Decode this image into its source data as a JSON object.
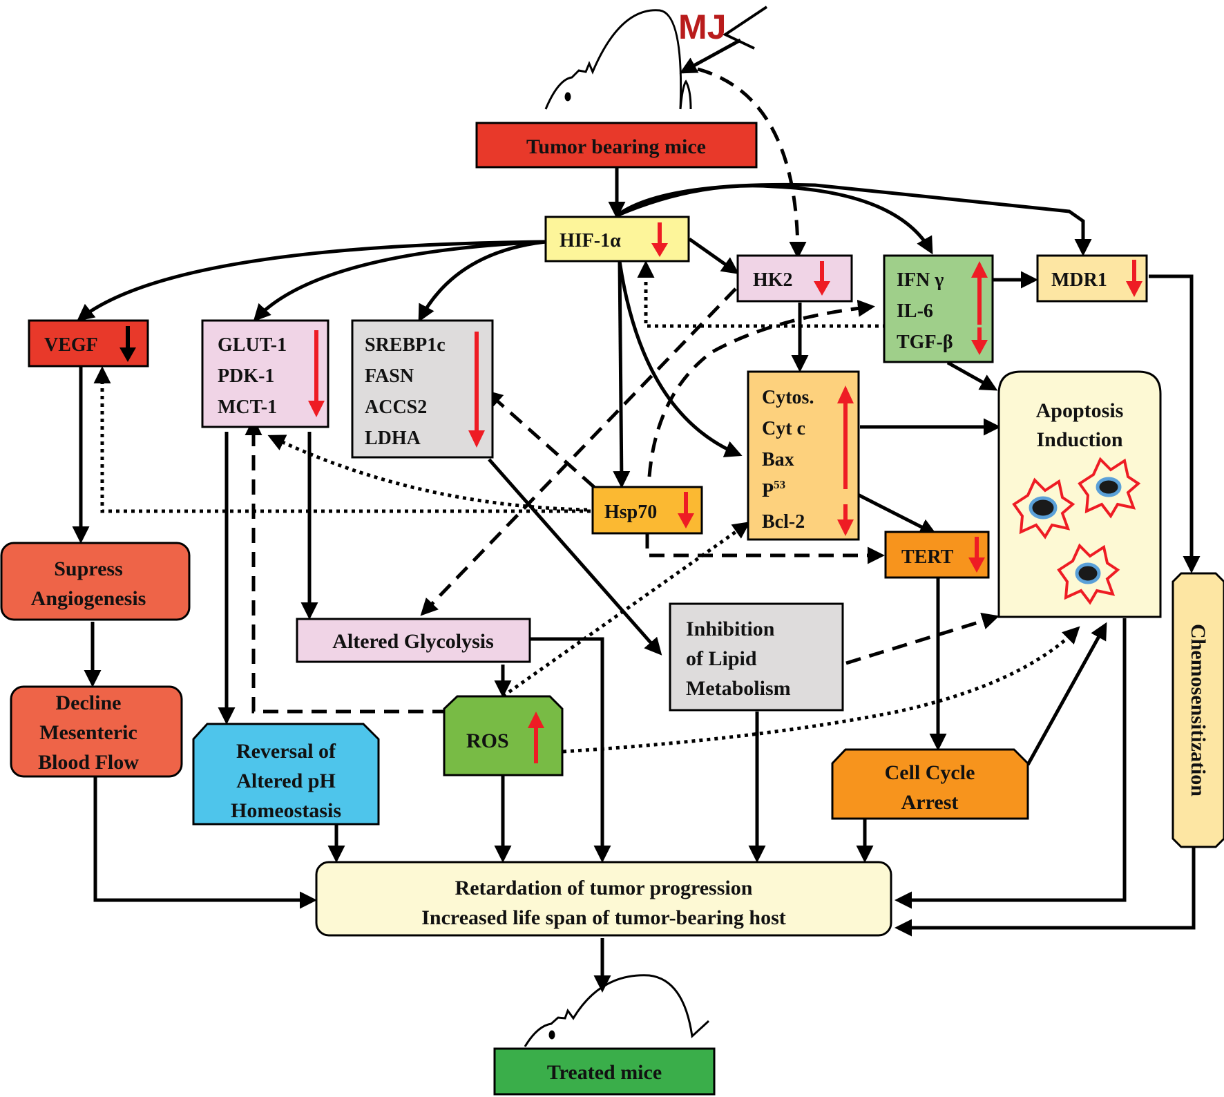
{
  "colors": {
    "red_box": "#e8392a",
    "orange_red": "#ee6448",
    "yellow": "#fdf59a",
    "pink": "#f0d4e6",
    "gray": "#dedcdc",
    "green_light": "#9fcf8a",
    "orange_light": "#fdd17d",
    "orange": "#f7941d",
    "orange_med": "#fbb932",
    "blue": "#4ec5eb",
    "green": "#78bb45",
    "cream": "#fdf9d4",
    "mdr_yellow": "#fde6a3",
    "green_dark": "#3aae4a",
    "arrow_red": "#ee1c24",
    "mj_red": "#b91c1c"
  },
  "mj_label": "MJ",
  "nodes": {
    "tumor_mice": "Tumor bearing mice",
    "hif": "HIF-1α",
    "vegf": "VEGF",
    "glut": [
      "GLUT-1",
      "PDK-1",
      "MCT-1"
    ],
    "srebp": [
      "SREBP1c",
      "FASN",
      "ACCS2",
      "LDHA"
    ],
    "hk2": "HK2",
    "ifn": [
      "IFN γ",
      "IL-6",
      "TGF-β"
    ],
    "mdr1": "MDR1",
    "cytos": [
      "Cytos.",
      "Cyt c",
      "Bax",
      "P",
      "Bcl-2"
    ],
    "p_sup": "53",
    "hsp70": "Hsp70",
    "tert": "TERT",
    "apoptosis": [
      "Apoptosis",
      "Induction"
    ],
    "supress": [
      "Supress",
      "Angiogenesis"
    ],
    "decline": [
      "Decline",
      "Mesenteric",
      "Blood Flow"
    ],
    "altered_glycolysis": "Altered Glycolysis",
    "lipid": [
      "Inhibition",
      "of Lipid",
      "Metabolism"
    ],
    "ph": [
      "Reversal of",
      "Altered pH",
      "Homeostasis"
    ],
    "ros": "ROS",
    "cell_cycle": [
      "Cell Cycle",
      "Arrest"
    ],
    "chemo": "Chemosensitization",
    "retardation": [
      "Retardation of tumor progression",
      "Increased life span of tumor-bearing host"
    ],
    "treated": "Treated mice"
  },
  "regulation": {
    "hif": "down",
    "vegf": "down",
    "glut": "down",
    "srebp": "down",
    "hk2": "down",
    "ifn": "up",
    "tgf": "down",
    "mdr1": "down",
    "cytos": "up",
    "bcl2": "down",
    "hsp70": "down",
    "tert": "down",
    "ros": "up"
  }
}
